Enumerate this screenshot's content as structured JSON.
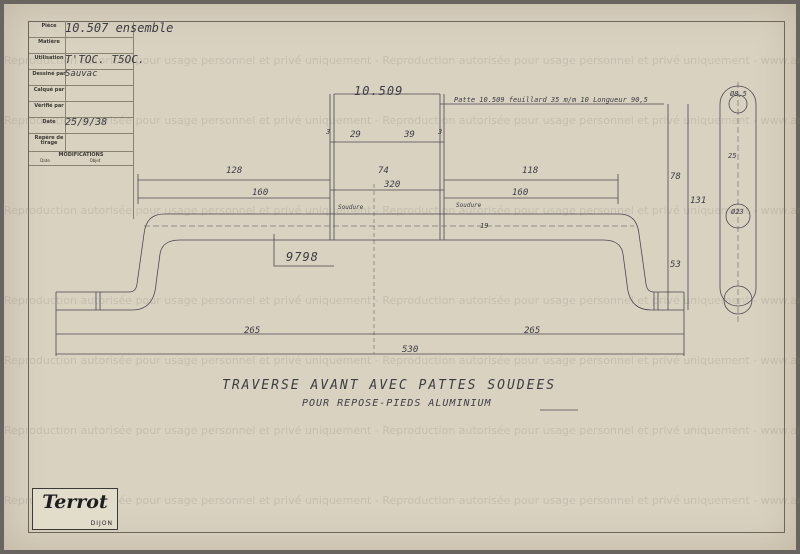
{
  "title_block": {
    "rows": [
      {
        "label": "Pièce",
        "value": "10.507 ensemble"
      },
      {
        "label": "Matière",
        "value": ""
      },
      {
        "label": "Utilisation",
        "value": "T'TOC. T5OC."
      },
      {
        "label": "Dessiné par",
        "value": "Sauvac"
      },
      {
        "label": "Calqué par",
        "value": ""
      },
      {
        "label": "Vérifié par",
        "value": ""
      },
      {
        "label": "Date",
        "value": "25/9/38"
      },
      {
        "label": "Repère de tirage",
        "value": ""
      }
    ],
    "modifications": {
      "title": "MODIFICATIONS",
      "date": "Date",
      "objet": "Objet"
    }
  },
  "drawing": {
    "part_ref": "10.509",
    "note": "Patte 10.509 feuillard 35 m/m 10 Longueur 90,5",
    "tube_ref": "9798",
    "caption_line1": "TRAVERSE AVANT AVEC PATTES SOUDEES",
    "caption_line2": "POUR REPOSE-PIEDS ALUMINIUM",
    "soudure_left": "Soudure",
    "soudure_right": "Soudure",
    "dims": {
      "d128": "128",
      "d160a": "160",
      "d3a": "3",
      "d29": "29",
      "d39": "39",
      "d3b": "3",
      "d74": "74",
      "d320": "320",
      "d118": "118",
      "d160b": "160",
      "d265a": "265",
      "d265b": "265",
      "d530": "530",
      "d78": "78",
      "d131": "131",
      "d53": "53",
      "d19": "19",
      "dia_top": "Ø8,5",
      "dia_mid": "Ø23",
      "dim_side": "25"
    }
  },
  "watermark": "Reproduction autorisée pour usage personnel et privé uniquement - Reproduction autorisée pour usage personnel et privé uniquement - www.arbracam.org - Association ARBRACAM Dijon",
  "logo": {
    "brand": "Terrot",
    "city": "DIJON"
  },
  "colors": {
    "paper": "#d9d2c1",
    "ink": "#3d3c44",
    "frame": "#6d6658"
  }
}
